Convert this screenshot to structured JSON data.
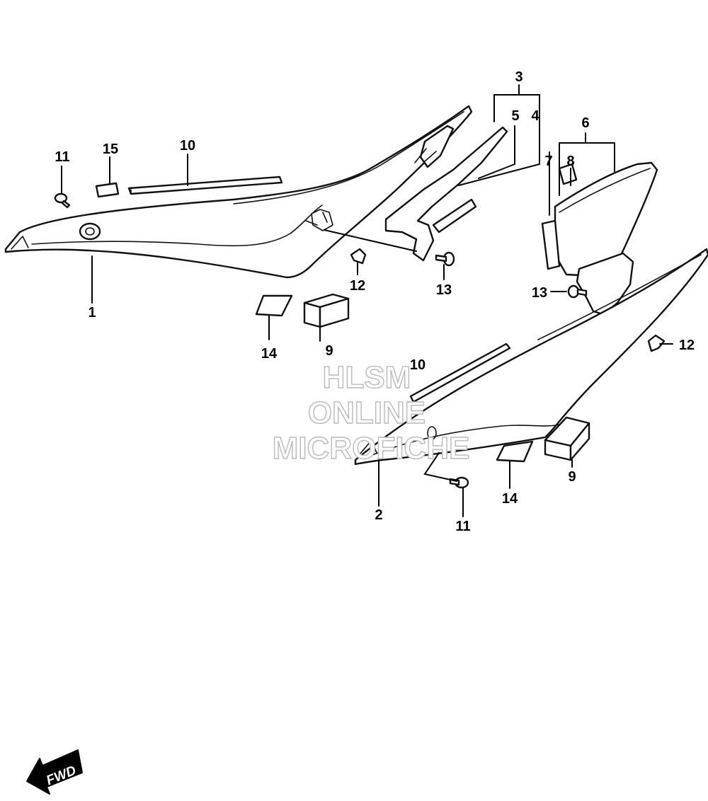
{
  "callouts": {
    "c1": "1",
    "c2": "2",
    "c3": "3",
    "c4": "4",
    "c5": "5",
    "c6": "6",
    "c7": "7",
    "c8": "8",
    "c9a": "9",
    "c9b": "9",
    "c10a": "10",
    "c10b": "10",
    "c11a": "11",
    "c11b": "11",
    "c12a": "12",
    "c12b": "12",
    "c13a": "13",
    "c13b": "13",
    "c14a": "14",
    "c14b": "14",
    "c15": "15"
  },
  "watermark": {
    "line1": "HLSM",
    "line2": "ONLINE",
    "line3": "MICROFICHE"
  },
  "fwd_label": "FWD"
}
